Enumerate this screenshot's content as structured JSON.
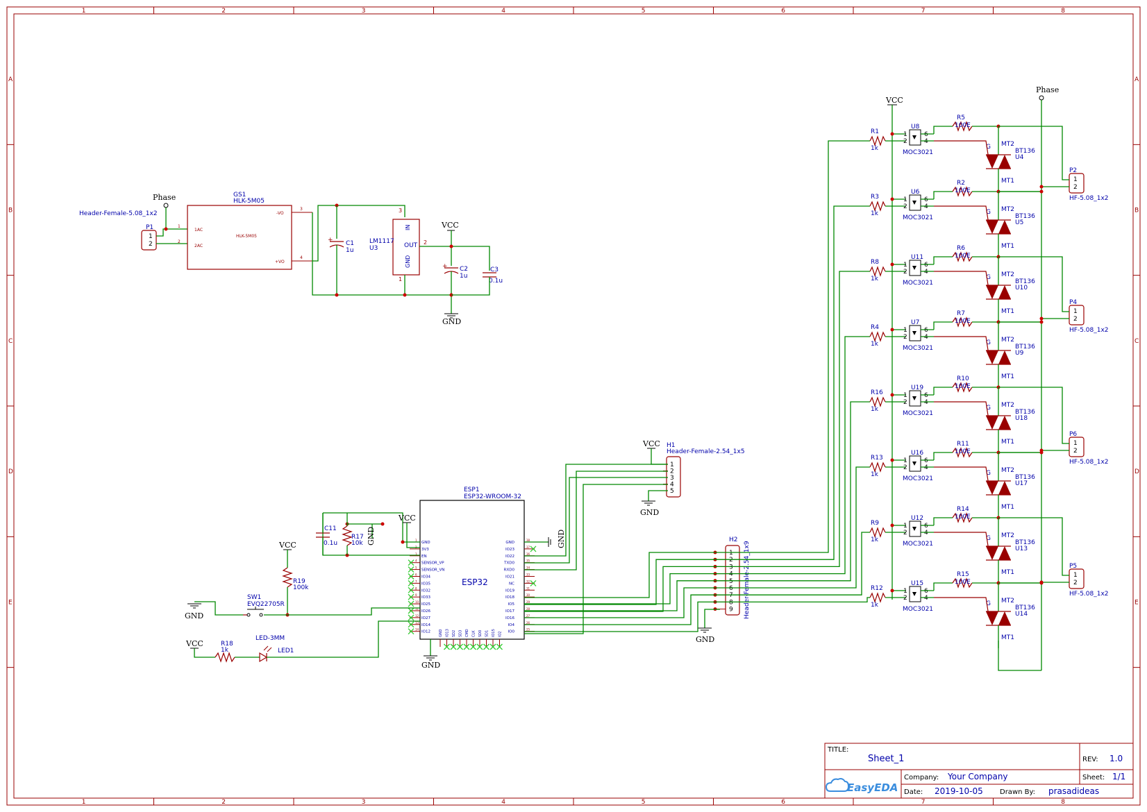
{
  "frame": {
    "columns": [
      "1",
      "2",
      "3",
      "4",
      "5",
      "6",
      "7",
      "8"
    ],
    "rows": [
      "A",
      "B",
      "C",
      "D",
      "E"
    ]
  },
  "title_block": {
    "title_label": "TITLE:",
    "title_value": "Sheet_1",
    "rev_label": "REV:",
    "rev_value": "1.0",
    "company_label": "Company:",
    "company_value": "Your Company",
    "sheet_label": "Sheet:",
    "sheet_value": "1/1",
    "date_label": "Date:",
    "date_value": "2019-10-05",
    "drawn_label": "Drawn By:",
    "drawn_value": "prasadideas",
    "logo_text": "EasyEDA"
  },
  "power": {
    "phase": "Phase",
    "vcc": "VCC",
    "gnd": "GND"
  },
  "supply": {
    "p1_ref": "P1",
    "p1_value": "Header-Female-5.08_1x2",
    "gs1_ref": "GS1",
    "gs1_value": "HLK-5M05",
    "gs1_center": "HLK-5M05",
    "gs1_pin1": "1AC",
    "gs1_pin2": "2AC",
    "gs1_pin3": "-VO",
    "gs1_pin4": "+VO",
    "c1_ref": "C1",
    "c1_value": "1u",
    "u3_value": "LM1117",
    "u3_ref": "U3",
    "u3_in": "IN",
    "u3_out": "OUT",
    "u3_gnd": "GND",
    "c2_ref": "C2",
    "c2_value": "1u",
    "c3_ref": "C3",
    "c3_value": "0.1u"
  },
  "mcu": {
    "ref": "ESP1",
    "value": "ESP32-WROOM-32",
    "center": "ESP32",
    "left_pins": [
      "GND",
      "3V3",
      "EN",
      "SENSOR_VP",
      "SENSOR_VN",
      "IO34",
      "IO35",
      "IO32",
      "IO33",
      "IO25",
      "IO26",
      "IO27",
      "IO14",
      "IO12"
    ],
    "right_pins": [
      "GND",
      "IO23",
      "IO22",
      "TXD0",
      "RXD0",
      "IO21",
      "NC",
      "IO19",
      "IO18",
      "IO5",
      "IO17",
      "IO16",
      "IO4",
      "IO0"
    ],
    "bottom_pins": [
      "GND",
      "IO13",
      "SD2",
      "SD3",
      "CMD",
      "CLK",
      "SD0",
      "SD1",
      "IO15",
      "IO2"
    ],
    "c11_ref": "C11",
    "c11_value": "0.1u",
    "r17_ref": "R17",
    "r17_value": "10k",
    "r19_ref": "R19",
    "r19_value": "100k",
    "sw1_ref": "SW1",
    "sw1_value": "EVQ22705R",
    "r18_ref": "R18",
    "r18_value": "1k",
    "led_value": "LED-3MM",
    "led_ref": "LED1"
  },
  "headers": {
    "h1_ref": "H1",
    "h1_value": "Header-Female-2.54_1x5",
    "h1_pins": [
      "1",
      "2",
      "3",
      "4",
      "5"
    ],
    "h2_ref": "H2",
    "h2_value": "Header-Female-2.54_1x9",
    "h2_pins": [
      "1",
      "2",
      "3",
      "4",
      "5",
      "6",
      "7",
      "8",
      "9"
    ]
  },
  "channels": [
    {
      "r_in": "R1",
      "r_in_val": "1k",
      "opto": "U8",
      "opto_val": "MOC3021",
      "r_g": "R5",
      "r_g_val": "100E",
      "triac": "BT136",
      "triac_ref": "U4"
    },
    {
      "r_in": "R3",
      "r_in_val": "1k",
      "opto": "U6",
      "opto_val": "MOC3021",
      "r_g": "R2",
      "r_g_val": "100E",
      "triac": "BT136",
      "triac_ref": "U5"
    },
    {
      "r_in": "R8",
      "r_in_val": "1k",
      "opto": "U11",
      "opto_val": "MOC3021",
      "r_g": "R6",
      "r_g_val": "100E",
      "triac": "BT136",
      "triac_ref": "U10"
    },
    {
      "r_in": "R4",
      "r_in_val": "1k",
      "opto": "U7",
      "opto_val": "MOC3021",
      "r_g": "R7",
      "r_g_val": "100E",
      "triac": "BT136",
      "triac_ref": "U9"
    },
    {
      "r_in": "R16",
      "r_in_val": "1k",
      "opto": "U19",
      "opto_val": "MOC3021",
      "r_g": "R10",
      "r_g_val": "100E",
      "triac": "BT136",
      "triac_ref": "U18"
    },
    {
      "r_in": "R13",
      "r_in_val": "1k",
      "opto": "U16",
      "opto_val": "MOC3021",
      "r_g": "R11",
      "r_g_val": "100E",
      "triac": "BT136",
      "triac_ref": "U17"
    },
    {
      "r_in": "R9",
      "r_in_val": "1k",
      "opto": "U12",
      "opto_val": "MOC3021",
      "r_g": "R14",
      "r_g_val": "100E",
      "triac": "BT136",
      "triac_ref": "U13"
    },
    {
      "r_in": "R12",
      "r_in_val": "1k",
      "opto": "U15",
      "opto_val": "MOC3021",
      "r_g": "R15",
      "r_g_val": "100E",
      "triac": "BT136",
      "triac_ref": "U14"
    }
  ],
  "triac_pins": {
    "mt2": "MT2",
    "mt1": "MT1",
    "g": "G"
  },
  "opto_pins": {
    "p1": "1",
    "p2": "2",
    "p4": "4",
    "p6": "6"
  },
  "outputs": [
    {
      "ref": "P2",
      "value": "HF-5.08_1x2"
    },
    {
      "ref": "P4",
      "value": "HF-5.08_1x2"
    },
    {
      "ref": "P6",
      "value": "HF-5.08_1x2"
    },
    {
      "ref": "P5",
      "value": "HF-5.08_1x2"
    }
  ],
  "two_pin": [
    "1",
    "2"
  ]
}
